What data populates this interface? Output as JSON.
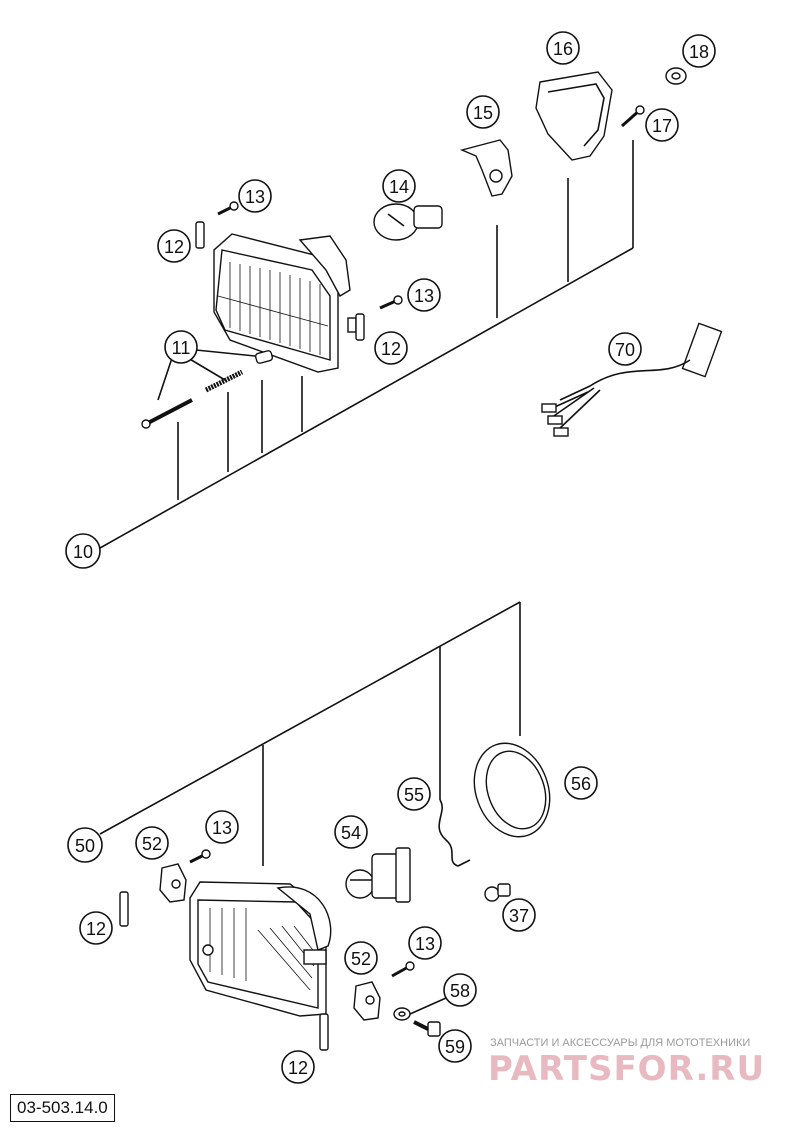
{
  "diagram_code": "03-503.14.0",
  "watermark": {
    "caption": "ЗАПЧАСТИ И АКСЕССУАРЫ ДЛЯ МОТОТЕХНИКИ",
    "brand": "PARTSFOR.RU"
  },
  "callouts": {
    "c10": "10",
    "c11": "11",
    "c12a": "12",
    "c12b": "12",
    "c12c": "12",
    "c12d": "12",
    "c13a": "13",
    "c13b": "13",
    "c13c": "13",
    "c13d": "13",
    "c14": "14",
    "c15": "15",
    "c16": "16",
    "c17": "17",
    "c18": "18",
    "c37": "37",
    "c50": "50",
    "c52a": "52",
    "c52b": "52",
    "c54": "54",
    "c55": "55",
    "c56": "56",
    "c58": "58",
    "c59": "59",
    "c70": "70"
  }
}
